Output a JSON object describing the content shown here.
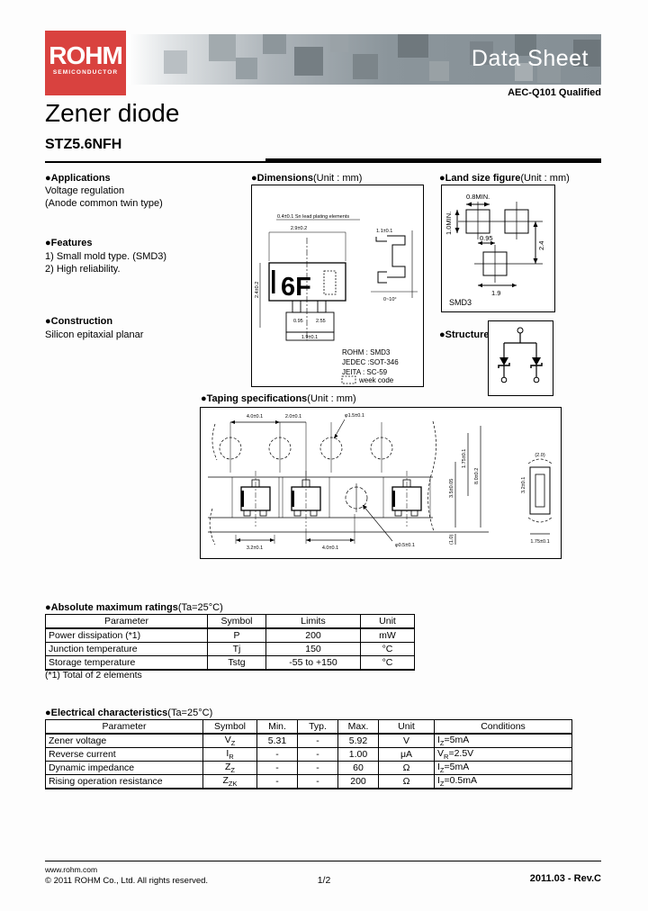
{
  "colors": {
    "logo_red": "#d9423f",
    "banner_gray": "#858f95",
    "banner_text": "#ffffff"
  },
  "header": {
    "logo_text": "ROHM",
    "logo_sub": "SEMICONDUCTOR",
    "banner_title": "Data Sheet",
    "qualification": "AEC-Q101 Qualified"
  },
  "title": {
    "product": "Zener diode",
    "part": "STZ5.6NFH"
  },
  "applications": {
    "heading": "●Applications",
    "line1": "Voltage regulation",
    "line2": "(Anode common twin type)"
  },
  "features": {
    "heading": "●Features",
    "line1": "1) Small mold type. (SMD3)",
    "line2": "2) High reliability."
  },
  "construction": {
    "heading": "●Construction",
    "line1": "Silicon epitaxial planar"
  },
  "dimensions": {
    "heading": "●Dimensions",
    "unit": "(Unit : mm)",
    "note": "0.4±0.1 Sn lead plating elements",
    "marking": "6F",
    "dim_top": "2.9±0.2",
    "dim_left": "2.4±0.2",
    "dim_pitch": "0.95",
    "dim_pitch2": "2.55",
    "dim_bottom": "1.9±0.1",
    "dim_side_h": "1.1±0.1",
    "dim_angle": "0~10°",
    "refs": {
      "rohm": "ROHM : SMD3",
      "jedec": "JEDEC :SOT-346",
      "jeita": "JEITA : SC-59"
    },
    "week_code": "week code"
  },
  "land": {
    "heading": "●Land size figure",
    "unit": "(Unit : mm)",
    "dim_w": "0.8MIN.",
    "dim_h": "1.0MIN.",
    "dim_p1": "0.95",
    "dim_v": "2.4",
    "dim_p2": "1.9",
    "pkg": "SMD3"
  },
  "structure": {
    "heading": "●Structure"
  },
  "taping": {
    "heading": "●Taping specifications",
    "unit": "(Unit : mm)",
    "dim_pitch": "4.0±0.1",
    "dim_half": "2.0±0.1",
    "dim_hole": "φ1.5±0.1",
    "dim_b1": "3.2±0.1",
    "dim_b2": "4.0±0.1",
    "dim_b3": "φ0.5±0.1",
    "dim_r1": "1.75±0.1",
    "dim_r2": "3.5±0.05",
    "dim_r3": "8.0±0.2",
    "dim_r4": "(1.0)",
    "side_top": "(2.0)",
    "side_h": "3.2±0.1",
    "side_b": "1.75±0.1"
  },
  "abs_max": {
    "heading": "●Absolute maximum ratings",
    "condition": "(Ta=25°C)",
    "columns": [
      "Parameter",
      "Symbol",
      "Limits",
      "Unit"
    ],
    "rows": [
      {
        "parameter": "Power dissipation (*1)",
        "symbol": "P",
        "limits": "200",
        "unit": "mW"
      },
      {
        "parameter": "Junction temperature",
        "symbol": "Tj",
        "limits": "150",
        "unit": "°C"
      },
      {
        "parameter": "Storage temperature",
        "symbol": "Tstg",
        "limits": "-55 to +150",
        "unit": "°C"
      }
    ],
    "footnote": "(*1) Total of 2 elements"
  },
  "electrical": {
    "heading": "●Electrical characteristics",
    "condition": "(Ta=25°C)",
    "columns": [
      "Parameter",
      "Symbol",
      "Min.",
      "Typ.",
      "Max.",
      "Unit",
      "Conditions"
    ],
    "rows": [
      {
        "parameter": "Zener voltage",
        "sym_base": "V",
        "sym_sub": "Z",
        "min": "5.31",
        "typ": "-",
        "max": "5.92",
        "unit": "V",
        "cond_base": "I",
        "cond_sub": "Z",
        "cond_rest": "=5mA"
      },
      {
        "parameter": "Reverse current",
        "sym_base": "I",
        "sym_sub": "R",
        "min": "-",
        "typ": "-",
        "max": "1.00",
        "unit": "μA",
        "cond_base": "V",
        "cond_sub": "R",
        "cond_rest": "=2.5V"
      },
      {
        "parameter": "Dynamic impedance",
        "sym_base": "Z",
        "sym_sub": "Z",
        "min": "-",
        "typ": "-",
        "max": "60",
        "unit": "Ω",
        "cond_base": "I",
        "cond_sub": "Z",
        "cond_rest": "=5mA"
      },
      {
        "parameter": "Rising operation resistance",
        "sym_base": "Z",
        "sym_sub": "ZK",
        "min": "-",
        "typ": "-",
        "max": "200",
        "unit": "Ω",
        "cond_base": "I",
        "cond_sub": "Z",
        "cond_rest": "=0.5mA"
      }
    ]
  },
  "footer": {
    "url": "www.rohm.com",
    "copyright": "© 2011  ROHM Co., Ltd. All rights reserved.",
    "page": "1/2",
    "revision": "2011.03 - Rev.C"
  }
}
